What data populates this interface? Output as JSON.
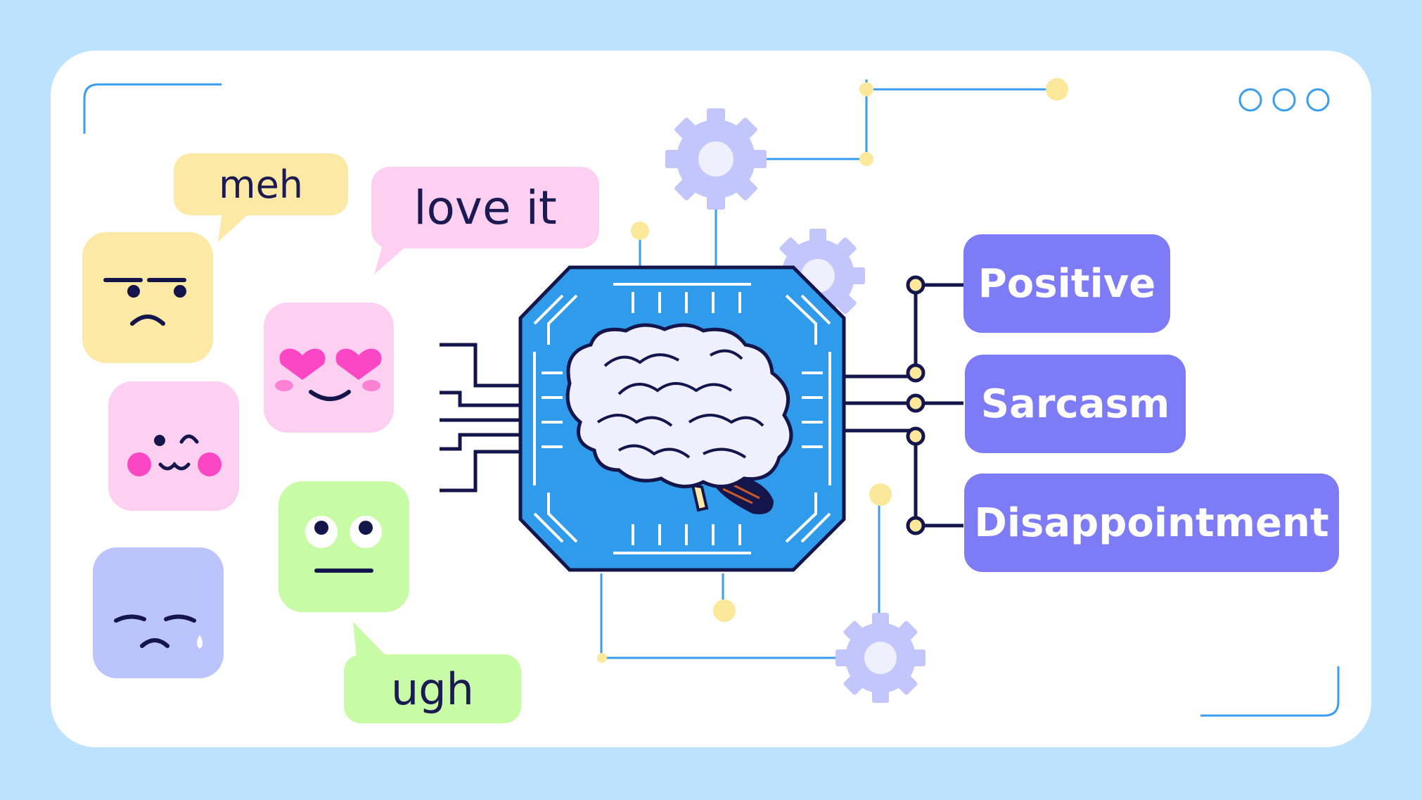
{
  "colors": {
    "background": "#bde2fd",
    "card": "#ffffff",
    "chip_blue": "#2f9bea",
    "label_purple": "#7d7bf5",
    "outline_navy": "#14154a",
    "gear": "#c2c6fb",
    "node_yellow": "#fbe89b"
  },
  "window_controls": [
    "circle-icon",
    "circle-icon",
    "circle-icon"
  ],
  "speech_bubbles": [
    {
      "text": "meh",
      "color": "#fde9a6"
    },
    {
      "text": "love it",
      "color": "#fdd0f1"
    },
    {
      "text": "ugh",
      "color": "#c8fba6"
    }
  ],
  "emoji_faces": [
    {
      "name": "annoyed-face-icon",
      "color": "#fde9a6"
    },
    {
      "name": "heart-eyes-face-icon",
      "color": "#fdd0f1"
    },
    {
      "name": "winking-face-icon",
      "color": "#fdd0f1"
    },
    {
      "name": "neutral-face-icon",
      "color": "#c8fba6"
    },
    {
      "name": "sad-face-icon",
      "color": "#bcc4fd"
    }
  ],
  "center": {
    "icon": "brain-chip-icon"
  },
  "output_labels": [
    "Positive",
    "Sarcasm",
    "Disappointment"
  ]
}
